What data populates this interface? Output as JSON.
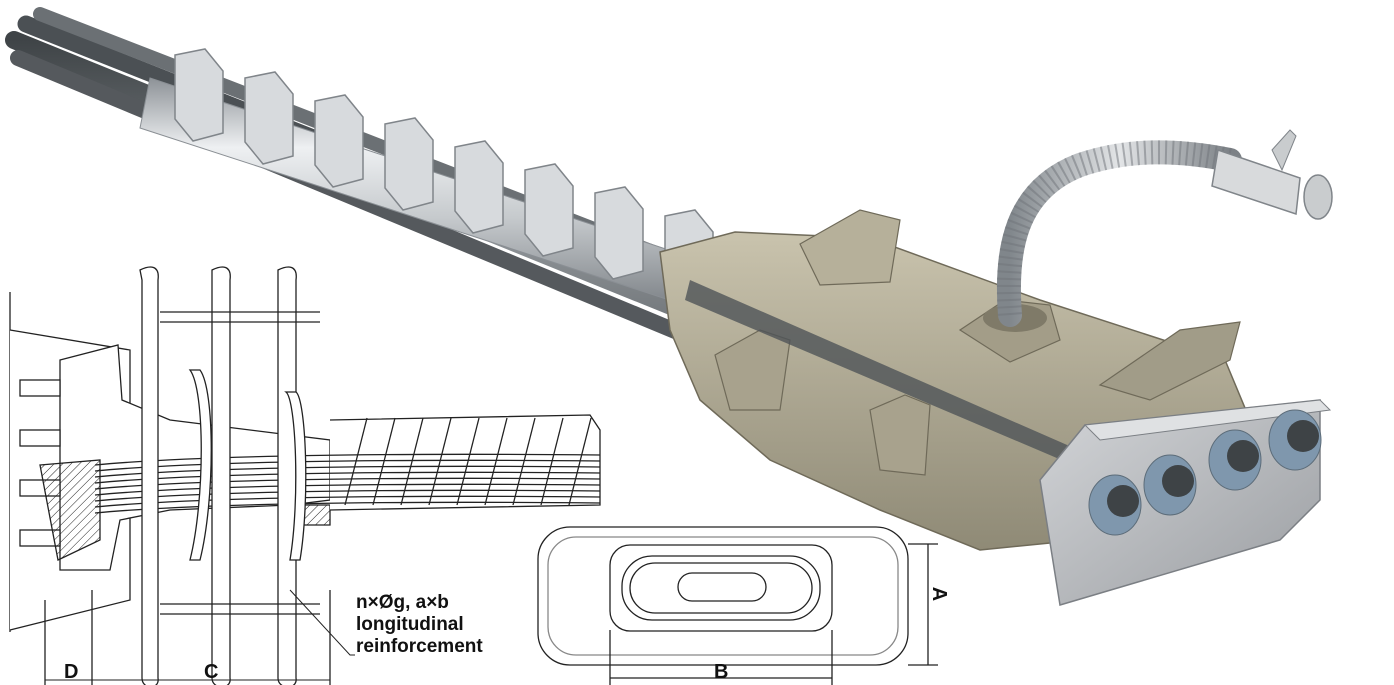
{
  "colors": {
    "strand": "#5f6569",
    "spiral": "#c5c9cd",
    "anchor_body": "#b3ad97",
    "anchor_head": "#bfc1c4",
    "wedge": "#9fb4c6",
    "line": "#222222"
  },
  "icons": [
    "tendon-strands",
    "spiral-reinforcement",
    "trumpet-anchor",
    "grout-hose",
    "wedge-plate"
  ],
  "labels": {
    "dim_d": "D",
    "dim_c": "C",
    "dim_b": "B",
    "dim_a": "A",
    "note_line1": "n×Øg, a×b",
    "note_line2": "longitudinal",
    "note_line3": "reinforcement"
  }
}
